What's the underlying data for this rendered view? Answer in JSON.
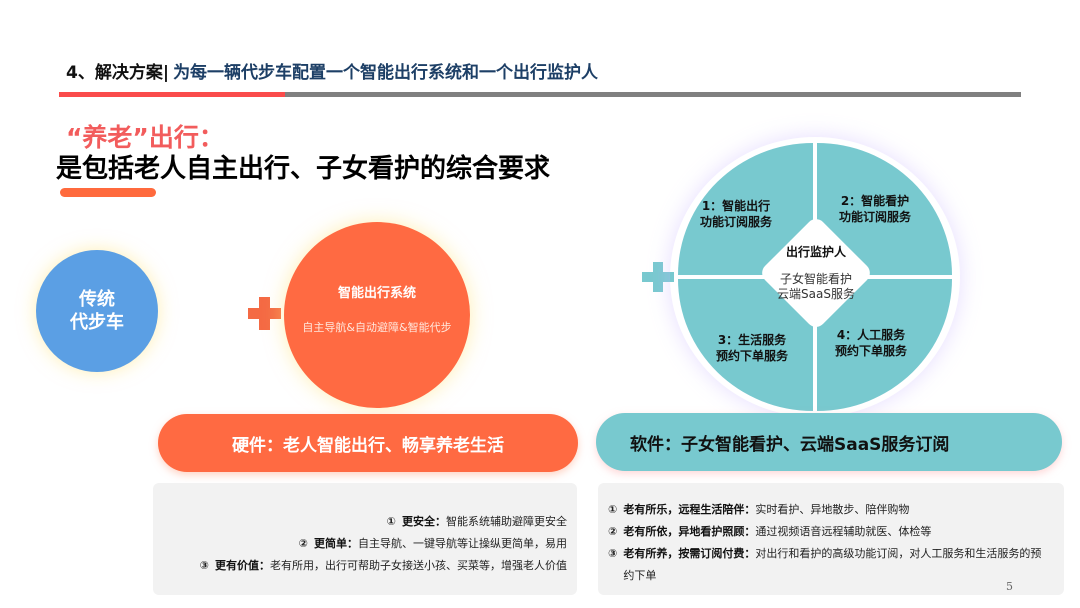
{
  "header": {
    "number_label": "4、解决方案",
    "separator": "|",
    "subtitle": "为每一辆代步车配置一个智能出行系统和一个出行监护人"
  },
  "colors": {
    "accent_red": "#fa4b4b",
    "orange": "#ff6a42",
    "teal": "#78c9cf",
    "blue": "#5b9fe4",
    "header_blue": "#1d3f66",
    "rule_gray": "#808080"
  },
  "title": {
    "quote_line": "“养老”出行：",
    "main_line": "是包括老人自主出行、子女看护的综合要求"
  },
  "hardware_diagram": {
    "traditional": {
      "line1": "传统",
      "line2": "代步车"
    },
    "plus_icon": "plus-icon",
    "smart_system": {
      "title": "智能出行系统",
      "desc": "自主导航&自动避障&智能代步"
    }
  },
  "software_diagram": {
    "plus_icon": "plus-icon",
    "center": {
      "title": "出行监护人",
      "line1": "子女智能看护",
      "line2": "云端SaaS服务"
    },
    "quadrants": [
      {
        "line1": "1：智能出行",
        "line2": "功能订阅服务"
      },
      {
        "line1": "2：智能看护",
        "line2": "功能订阅服务"
      },
      {
        "line1": "3：生活服务",
        "line2": "预约下单服务"
      },
      {
        "line1": "4：人工服务",
        "line2": "预约下单服务"
      }
    ]
  },
  "banners": {
    "hardware": "硬件：老人智能出行、畅享养老生活",
    "software": "软件：子女智能看护、云端SaaS服务订阅"
  },
  "hardware_points": [
    {
      "num": "①",
      "bold": "更安全：",
      "text": "智能系统辅助避障更安全"
    },
    {
      "num": "②",
      "bold": "更简单：",
      "text": "自主导航、一键导航等让操纵更简单，易用"
    },
    {
      "num": "③",
      "bold": "更有价值：",
      "text": "老有所用，出行可帮助子女接送小孩、买菜等，增强老人价值"
    }
  ],
  "software_points": [
    {
      "num": "①",
      "bold": "老有所乐，远程生活陪伴：",
      "text": "实时看护、异地散步、陪伴购物"
    },
    {
      "num": "②",
      "bold": "老有所依，异地看护照顾：",
      "text": "通过视频语音远程辅助就医、体检等"
    },
    {
      "num": "③",
      "bold": "老有所养，按需订阅付费：",
      "text": "对出行和看护的高级功能订阅，对人工服务和生活服务的预约下单"
    }
  ],
  "page_number": "5"
}
